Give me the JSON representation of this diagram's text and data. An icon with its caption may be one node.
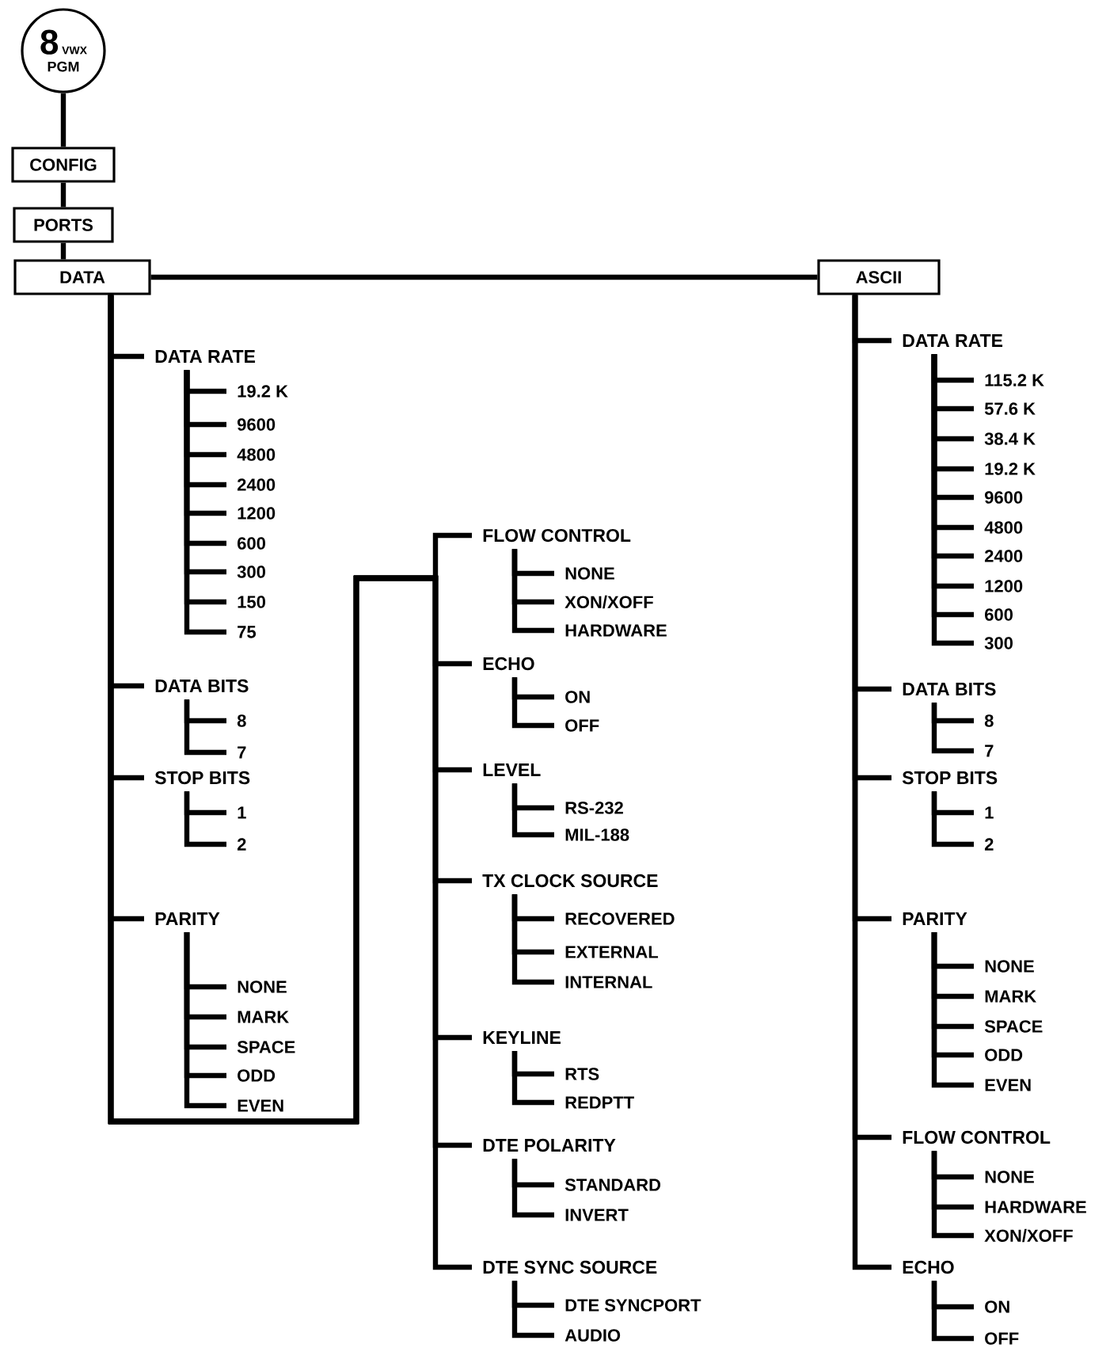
{
  "diagram": {
    "nodes": [
      {
        "text": [
          "8",
          "VWX",
          "PGM"
        ]
      },
      {
        "text": [
          "CONFIG"
        ]
      },
      {
        "text": [
          "PORTS"
        ]
      },
      {
        "text": [
          "DATA"
        ]
      },
      {
        "text": [
          "ASCII"
        ]
      },
      {
        "text": [
          "DATA RATE"
        ]
      },
      {
        "text": [
          "19.2 K"
        ]
      },
      {
        "text": [
          "9600"
        ]
      },
      {
        "text": [
          "4800"
        ]
      },
      {
        "text": [
          "2400"
        ]
      },
      {
        "text": [
          "1200"
        ]
      },
      {
        "text": [
          "600"
        ]
      },
      {
        "text": [
          "300"
        ]
      },
      {
        "text": [
          "150"
        ]
      },
      {
        "text": [
          "75"
        ]
      },
      {
        "text": [
          "DATA BITS"
        ]
      },
      {
        "text": [
          "8"
        ]
      },
      {
        "text": [
          "7"
        ]
      },
      {
        "text": [
          "STOP BITS"
        ]
      },
      {
        "text": [
          "1"
        ]
      },
      {
        "text": [
          "2"
        ]
      },
      {
        "text": [
          "PARITY"
        ]
      },
      {
        "text": [
          "NONE"
        ]
      },
      {
        "text": [
          "MARK"
        ]
      },
      {
        "text": [
          "SPACE"
        ]
      },
      {
        "text": [
          "ODD"
        ]
      },
      {
        "text": [
          "EVEN"
        ]
      },
      {
        "text": [
          "FLOW CONTROL"
        ]
      },
      {
        "text": [
          "NONE"
        ]
      },
      {
        "text": [
          "XON/XOFF"
        ]
      },
      {
        "text": [
          "HARDWARE"
        ]
      },
      {
        "text": [
          "ECHO"
        ]
      },
      {
        "text": [
          "ON"
        ]
      },
      {
        "text": [
          "OFF"
        ]
      },
      {
        "text": [
          "LEVEL"
        ]
      },
      {
        "text": [
          "RS-232"
        ]
      },
      {
        "text": [
          "MIL-188"
        ]
      },
      {
        "text": [
          "TX CLOCK SOURCE"
        ]
      },
      {
        "text": [
          "RECOVERED"
        ]
      },
      {
        "text": [
          "EXTERNAL"
        ]
      },
      {
        "text": [
          "INTERNAL"
        ]
      },
      {
        "text": [
          "KEYLINE"
        ]
      },
      {
        "text": [
          "RTS"
        ]
      },
      {
        "text": [
          "REDPTT"
        ]
      },
      {
        "text": [
          "DTE POLARITY"
        ]
      },
      {
        "text": [
          "STANDARD"
        ]
      },
      {
        "text": [
          "INVERT"
        ]
      },
      {
        "text": [
          "DTE SYNC SOURCE"
        ]
      },
      {
        "text": [
          "DTE SYNCPORT"
        ]
      },
      {
        "text": [
          "AUDIO"
        ]
      },
      {
        "text": [
          "DATA RATE"
        ]
      },
      {
        "text": [
          "115.2 K"
        ]
      },
      {
        "text": [
          "57.6 K"
        ]
      },
      {
        "text": [
          "38.4 K"
        ]
      },
      {
        "text": [
          "19.2 K"
        ]
      },
      {
        "text": [
          "9600"
        ]
      },
      {
        "text": [
          "4800"
        ]
      },
      {
        "text": [
          "2400"
        ]
      },
      {
        "text": [
          "1200"
        ]
      },
      {
        "text": [
          "600"
        ]
      },
      {
        "text": [
          "300"
        ]
      },
      {
        "text": [
          "DATA BITS"
        ]
      },
      {
        "text": [
          "8"
        ]
      },
      {
        "text": [
          "7"
        ]
      },
      {
        "text": [
          "STOP BITS"
        ]
      },
      {
        "text": [
          "1"
        ]
      },
      {
        "text": [
          "2"
        ]
      },
      {
        "text": [
          "PARITY"
        ]
      },
      {
        "text": [
          "NONE"
        ]
      },
      {
        "text": [
          "MARK"
        ]
      },
      {
        "text": [
          "SPACE"
        ]
      },
      {
        "text": [
          "ODD"
        ]
      },
      {
        "text": [
          "EVEN"
        ]
      },
      {
        "text": [
          "FLOW CONTROL"
        ]
      },
      {
        "text": [
          "NONE"
        ]
      },
      {
        "text": [
          "HARDWARE"
        ]
      },
      {
        "text": [
          "XON/XOFF"
        ]
      },
      {
        "text": [
          "ECHO"
        ]
      },
      {
        "text": [
          "ON"
        ]
      },
      {
        "text": [
          "OFF"
        ]
      }
    ],
    "edges": [
      {
        "from": 0,
        "to": 1,
        "arrow": "none"
      },
      {
        "from": 1,
        "to": 2,
        "arrow": "none"
      },
      {
        "from": 2,
        "to": 3,
        "arrow": "none"
      },
      {
        "from": 3,
        "to": 4,
        "arrow": "none"
      },
      {
        "from": 3,
        "to": 5,
        "arrow": "none"
      },
      {
        "from": 5,
        "to": 6,
        "arrow": "none"
      },
      {
        "from": 5,
        "to": 7,
        "arrow": "none"
      },
      {
        "from": 5,
        "to": 8,
        "arrow": "none"
      },
      {
        "from": 5,
        "to": 9,
        "arrow": "none"
      },
      {
        "from": 5,
        "to": 10,
        "arrow": "none"
      },
      {
        "from": 5,
        "to": 11,
        "arrow": "none"
      },
      {
        "from": 5,
        "to": 12,
        "arrow": "none"
      },
      {
        "from": 5,
        "to": 13,
        "arrow": "none"
      },
      {
        "from": 5,
        "to": 14,
        "arrow": "none"
      },
      {
        "from": 3,
        "to": 15,
        "arrow": "none"
      },
      {
        "from": 15,
        "to": 16,
        "arrow": "none"
      },
      {
        "from": 15,
        "to": 17,
        "arrow": "none"
      },
      {
        "from": 3,
        "to": 18,
        "arrow": "none"
      },
      {
        "from": 18,
        "to": 19,
        "arrow": "none"
      },
      {
        "from": 18,
        "to": 20,
        "arrow": "none"
      },
      {
        "from": 3,
        "to": 21,
        "arrow": "none"
      },
      {
        "from": 21,
        "to": 22,
        "arrow": "none"
      },
      {
        "from": 21,
        "to": 23,
        "arrow": "none"
      },
      {
        "from": 21,
        "to": 24,
        "arrow": "none"
      },
      {
        "from": 21,
        "to": 25,
        "arrow": "none"
      },
      {
        "from": 21,
        "to": 26,
        "arrow": "none"
      },
      {
        "from": 3,
        "to": 27,
        "arrow": "none"
      },
      {
        "from": 27,
        "to": 28,
        "arrow": "none"
      },
      {
        "from": 27,
        "to": 29,
        "arrow": "none"
      },
      {
        "from": 27,
        "to": 30,
        "arrow": "none"
      },
      {
        "from": 3,
        "to": 31,
        "arrow": "none"
      },
      {
        "from": 31,
        "to": 32,
        "arrow": "none"
      },
      {
        "from": 31,
        "to": 33,
        "arrow": "none"
      },
      {
        "from": 3,
        "to": 34,
        "arrow": "none"
      },
      {
        "from": 34,
        "to": 35,
        "arrow": "none"
      },
      {
        "from": 34,
        "to": 36,
        "arrow": "none"
      },
      {
        "from": 3,
        "to": 37,
        "arrow": "none"
      },
      {
        "from": 37,
        "to": 38,
        "arrow": "none"
      },
      {
        "from": 37,
        "to": 39,
        "arrow": "none"
      },
      {
        "from": 37,
        "to": 40,
        "arrow": "none"
      },
      {
        "from": 3,
        "to": 41,
        "arrow": "none"
      },
      {
        "from": 41,
        "to": 42,
        "arrow": "none"
      },
      {
        "from": 41,
        "to": 43,
        "arrow": "none"
      },
      {
        "from": 3,
        "to": 44,
        "arrow": "none"
      },
      {
        "from": 44,
        "to": 45,
        "arrow": "none"
      },
      {
        "from": 44,
        "to": 46,
        "arrow": "none"
      },
      {
        "from": 3,
        "to": 47,
        "arrow": "none"
      },
      {
        "from": 47,
        "to": 48,
        "arrow": "none"
      },
      {
        "from": 47,
        "to": 49,
        "arrow": "none"
      },
      {
        "from": 4,
        "to": 50,
        "arrow": "none"
      },
      {
        "from": 50,
        "to": 51,
        "arrow": "none"
      },
      {
        "from": 50,
        "to": 52,
        "arrow": "none"
      },
      {
        "from": 50,
        "to": 53,
        "arrow": "none"
      },
      {
        "from": 50,
        "to": 54,
        "arrow": "none"
      },
      {
        "from": 50,
        "to": 55,
        "arrow": "none"
      },
      {
        "from": 50,
        "to": 56,
        "arrow": "none"
      },
      {
        "from": 50,
        "to": 57,
        "arrow": "none"
      },
      {
        "from": 50,
        "to": 58,
        "arrow": "none"
      },
      {
        "from": 50,
        "to": 59,
        "arrow": "none"
      },
      {
        "from": 50,
        "to": 60,
        "arrow": "none"
      },
      {
        "from": 4,
        "to": 61,
        "arrow": "none"
      },
      {
        "from": 61,
        "to": 62,
        "arrow": "none"
      },
      {
        "from": 61,
        "to": 63,
        "arrow": "none"
      },
      {
        "from": 4,
        "to": 64,
        "arrow": "none"
      },
      {
        "from": 64,
        "to": 65,
        "arrow": "none"
      },
      {
        "from": 64,
        "to": 66,
        "arrow": "none"
      },
      {
        "from": 4,
        "to": 67,
        "arrow": "none"
      },
      {
        "from": 67,
        "to": 68,
        "arrow": "none"
      },
      {
        "from": 67,
        "to": 69,
        "arrow": "none"
      },
      {
        "from": 67,
        "to": 70,
        "arrow": "none"
      },
      {
        "from": 67,
        "to": 71,
        "arrow": "none"
      },
      {
        "from": 67,
        "to": 72,
        "arrow": "none"
      },
      {
        "from": 4,
        "to": 73,
        "arrow": "none"
      },
      {
        "from": 73,
        "to": 74,
        "arrow": "none"
      },
      {
        "from": 73,
        "to": 75,
        "arrow": "none"
      },
      {
        "from": 73,
        "to": 76,
        "arrow": "none"
      },
      {
        "from": 4,
        "to": 77,
        "arrow": "none"
      },
      {
        "from": 77,
        "to": 78,
        "arrow": "none"
      },
      {
        "from": 77,
        "to": 79,
        "arrow": "none"
      }
    ]
  }
}
